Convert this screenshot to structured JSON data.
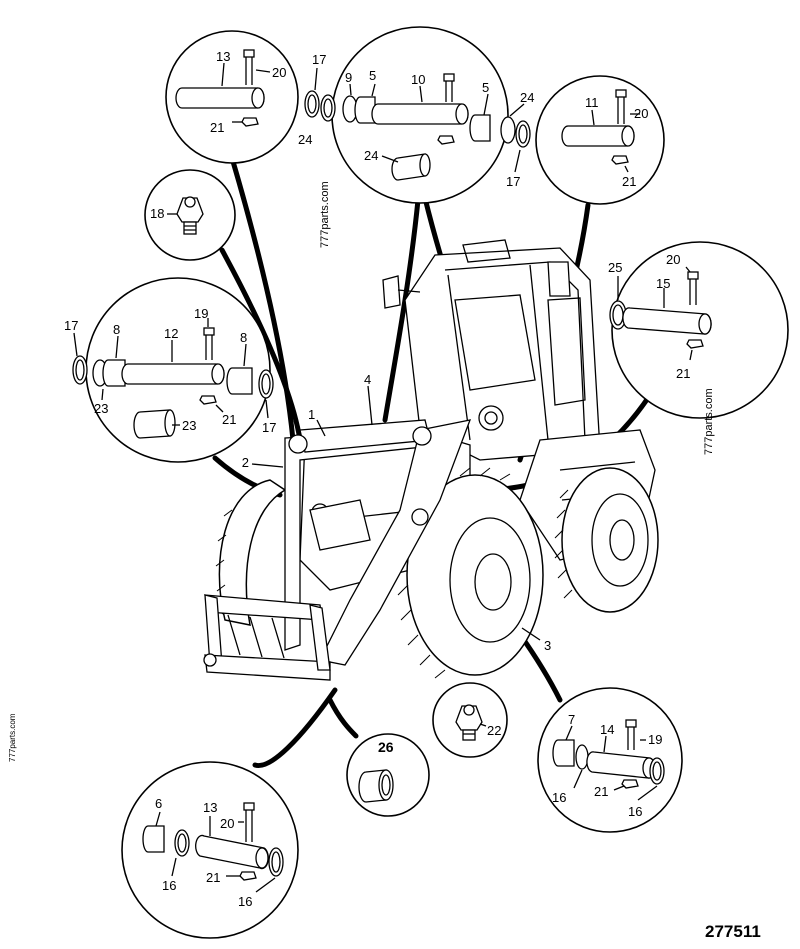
{
  "figure_number": "277511",
  "watermarks": [
    "777parts.com",
    "777parts.com",
    "777parts.com"
  ],
  "callouts": {
    "c1": [
      "13",
      "20",
      "21"
    ],
    "c2": [
      "17",
      "24",
      "9",
      "5",
      "10",
      "5",
      "24",
      "17",
      "24"
    ],
    "c3": [
      "11",
      "20",
      "21"
    ],
    "c4": [
      "18"
    ],
    "c5": [
      "17",
      "8",
      "12",
      "19",
      "8",
      "23",
      "21",
      "17",
      "23"
    ],
    "c6": [
      "25",
      "20",
      "15",
      "21"
    ],
    "c7": [
      "22"
    ],
    "c8": [
      "26"
    ],
    "c9": [
      "7",
      "14",
      "19",
      "16",
      "21",
      "16"
    ],
    "c10": [
      "6",
      "13",
      "20",
      "16",
      "21",
      "16"
    ]
  },
  "machine_labels": [
    "1",
    "2",
    "3",
    "4"
  ]
}
